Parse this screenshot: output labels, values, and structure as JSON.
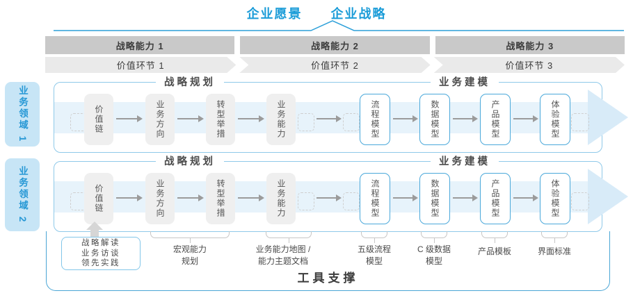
{
  "title": {
    "vision": "企业愿景",
    "strategy": "企业战略"
  },
  "top_bands": {
    "capabilities": [
      "战略能力 1",
      "战略能力 2",
      "战略能力 3"
    ],
    "value_links": [
      "价值环节 1",
      "价值环节 2",
      "价值环节 3"
    ]
  },
  "domains": [
    {
      "label": "业务领域 1",
      "planning_header": "战略规划",
      "modeling_header": "业务建模",
      "planning_boxes": [
        "价值链",
        "业务方向",
        "转型举措",
        "业务能力"
      ],
      "modeling_boxes": [
        "流程模型",
        "数据模型",
        "产品模型",
        "体验模型"
      ]
    },
    {
      "label": "业务领域 2",
      "planning_header": "战略规划",
      "modeling_header": "业务建模",
      "planning_boxes": [
        "价值链",
        "业务方向",
        "转型举措",
        "业务能力"
      ],
      "modeling_boxes": [
        "流程模型",
        "数据模型",
        "产品模型",
        "体验模型"
      ]
    }
  ],
  "annotations": {
    "practice_box": {
      "lines": [
        "战略解读",
        "业务访谈",
        "领先实践"
      ]
    },
    "notes": [
      {
        "lines": [
          "宏观能力",
          "规划"
        ]
      },
      {
        "lines": [
          "业务能力地图 /",
          "能力主题文档"
        ]
      },
      {
        "lines": [
          "五级流程",
          "模型"
        ]
      },
      {
        "lines": [
          "C 级数据",
          "模型"
        ]
      },
      {
        "lines": [
          "产品模板"
        ]
      },
      {
        "lines": [
          "界面标准"
        ]
      }
    ]
  },
  "footer": {
    "label": "工具支撑"
  },
  "colors": {
    "accent_blue": "#1b9cd8",
    "domain_label_fill": "#c7e5f6",
    "row_border_blue": "#8fc9e9",
    "flow_band_blue": "#e7f3fb",
    "arrowhead_blue": "#d8ebf8",
    "capability_band_gray": "#c9c9c9",
    "value_band_gray": "#eaeaea",
    "box_gray": "#efefef",
    "blue_box_border": "#4aa8da",
    "text_dark": "#3c3c3c",
    "arrow_gray": "#9b9b9b"
  }
}
